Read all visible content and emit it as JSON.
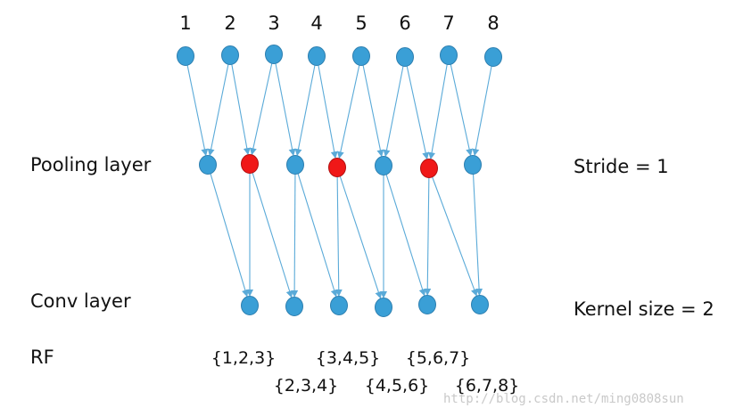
{
  "input_labels": [
    "1",
    "2",
    "3",
    "4",
    "5",
    "6",
    "7",
    "8"
  ],
  "labels": {
    "pooling_layer": "Pooling layer",
    "conv_layer": "Conv layer",
    "rf": "RF",
    "stride": "Stride = 1",
    "kernel_size": "Kernel size = 2"
  },
  "receptive_fields": [
    "{1,2,3}",
    "{2,3,4}",
    "{3,4,5}",
    "{4,5,6}",
    "{5,6,7}",
    "{6,7,8}"
  ],
  "colors": {
    "node": "#3a9fd6",
    "node_stroke": "#2d7fb0",
    "highlight": "#f01818",
    "highlight_stroke": "#b01010",
    "edge": "#5aaad8"
  },
  "pooling_highlighted": [
    false,
    true,
    false,
    true,
    false,
    true,
    false
  ],
  "edges_input_to_pooling": [
    [
      0,
      0
    ],
    [
      1,
      0
    ],
    [
      1,
      1
    ],
    [
      2,
      1
    ],
    [
      2,
      2
    ],
    [
      3,
      2
    ],
    [
      3,
      3
    ],
    [
      4,
      3
    ],
    [
      4,
      4
    ],
    [
      5,
      4
    ],
    [
      5,
      5
    ],
    [
      6,
      5
    ],
    [
      6,
      6
    ],
    [
      7,
      6
    ]
  ],
  "edges_pooling_to_conv": [
    [
      0,
      0
    ],
    [
      1,
      0
    ],
    [
      1,
      1
    ],
    [
      2,
      1
    ],
    [
      2,
      2
    ],
    [
      3,
      2
    ],
    [
      3,
      3
    ],
    [
      4,
      3
    ],
    [
      4,
      4
    ],
    [
      5,
      4
    ],
    [
      5,
      5
    ],
    [
      6,
      5
    ]
  ],
  "watermark": "http://blog.csdn.net/ming0808sun"
}
